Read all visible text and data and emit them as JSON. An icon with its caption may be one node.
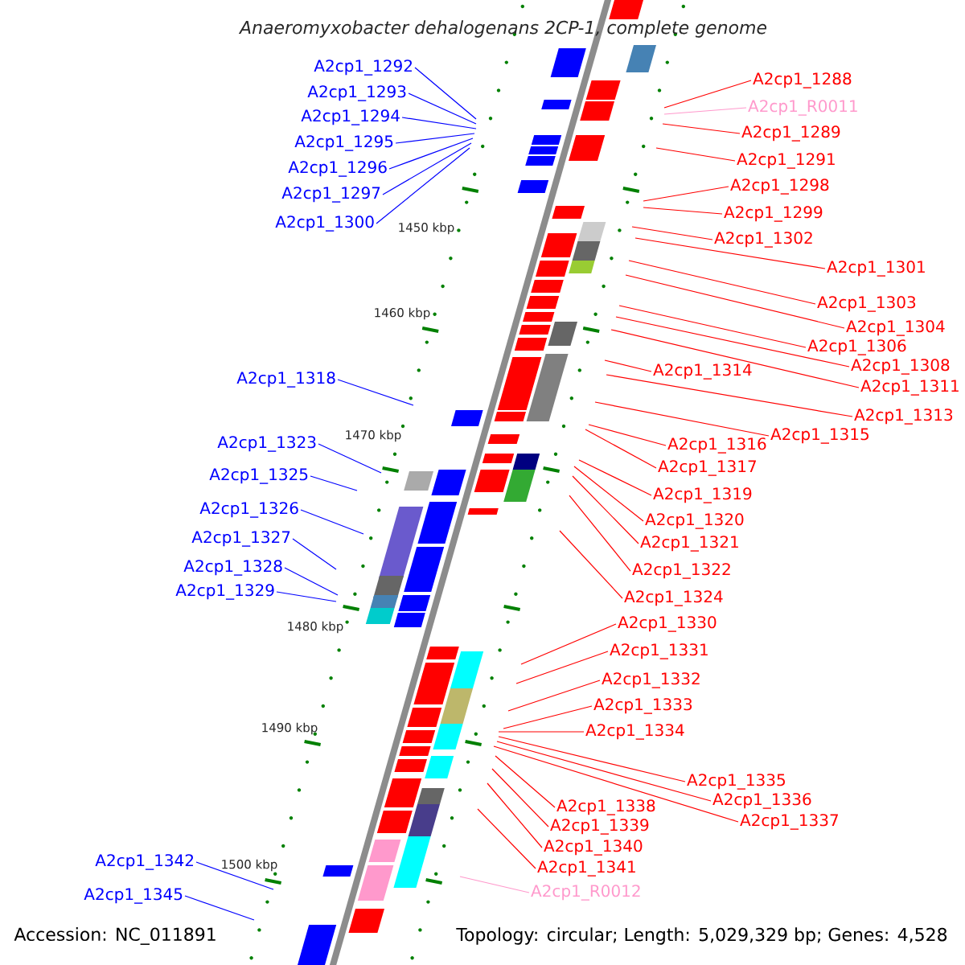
{
  "diagram": {
    "title": "Anaeromyxobacter dehalogenans 2CP-1, complete genome",
    "nodes": [
      {
        "text": [
          "A2cp1_1292"
        ]
      },
      {
        "text": [
          "A2cp1_1293"
        ]
      },
      {
        "text": [
          "A2cp1_1294"
        ]
      },
      {
        "text": [
          "A2cp1_1295"
        ]
      },
      {
        "text": [
          "A2cp1_1296"
        ]
      },
      {
        "text": [
          "A2cp1_1297"
        ]
      },
      {
        "text": [
          "A2cp1_1300"
        ]
      },
      {
        "text": [
          "A2cp1_1318"
        ]
      },
      {
        "text": [
          "A2cp1_1323"
        ]
      },
      {
        "text": [
          "A2cp1_1325"
        ]
      },
      {
        "text": [
          "A2cp1_1326"
        ]
      },
      {
        "text": [
          "A2cp1_1327"
        ]
      },
      {
        "text": [
          "A2cp1_1328"
        ]
      },
      {
        "text": [
          "A2cp1_1329"
        ]
      },
      {
        "text": [
          "A2cp1_1342"
        ]
      },
      {
        "text": [
          "A2cp1_1345"
        ]
      },
      {
        "text": [
          "A2cp1_1288"
        ]
      },
      {
        "text": [
          "A2cp1_R0011"
        ]
      },
      {
        "text": [
          "A2cp1_1289"
        ]
      },
      {
        "text": [
          "A2cp1_1291"
        ]
      },
      {
        "text": [
          "A2cp1_1298"
        ]
      },
      {
        "text": [
          "A2cp1_1299"
        ]
      },
      {
        "text": [
          "A2cp1_1302"
        ]
      },
      {
        "text": [
          "A2cp1_1301"
        ]
      },
      {
        "text": [
          "A2cp1_1303"
        ]
      },
      {
        "text": [
          "A2cp1_1304"
        ]
      },
      {
        "text": [
          "A2cp1_1306"
        ]
      },
      {
        "text": [
          "A2cp1_1308"
        ]
      },
      {
        "text": [
          "A2cp1_1311"
        ]
      },
      {
        "text": [
          "A2cp1_1314"
        ]
      },
      {
        "text": [
          "A2cp1_1313"
        ]
      },
      {
        "text": [
          "A2cp1_1316"
        ]
      },
      {
        "text": [
          "A2cp1_1315"
        ]
      },
      {
        "text": [
          "A2cp1_1317"
        ]
      },
      {
        "text": [
          "A2cp1_1319"
        ]
      },
      {
        "text": [
          "A2cp1_1320"
        ]
      },
      {
        "text": [
          "A2cp1_1321"
        ]
      },
      {
        "text": [
          "A2cp1_1322"
        ]
      },
      {
        "text": [
          "A2cp1_1324"
        ]
      },
      {
        "text": [
          "A2cp1_1330"
        ]
      },
      {
        "text": [
          "A2cp1_1331"
        ]
      },
      {
        "text": [
          "A2cp1_1332"
        ]
      },
      {
        "text": [
          "A2cp1_1333"
        ]
      },
      {
        "text": [
          "A2cp1_1334"
        ]
      },
      {
        "text": [
          "A2cp1_1335"
        ]
      },
      {
        "text": [
          "A2cp1_1338"
        ]
      },
      {
        "text": [
          "A2cp1_1336"
        ]
      },
      {
        "text": [
          "A2cp1_1339"
        ]
      },
      {
        "text": [
          "A2cp1_1337"
        ]
      },
      {
        "text": [
          "A2cp1_1340"
        ]
      },
      {
        "text": [
          "A2cp1_1341"
        ]
      },
      {
        "text": [
          "A2cp1_R0012"
        ]
      }
    ],
    "edges": [
      {
        "from": 0,
        "to": null,
        "arrow": "none",
        "color": "#0000ff"
      },
      {
        "from": 1,
        "to": null,
        "arrow": "none",
        "color": "#0000ff"
      },
      {
        "from": 2,
        "to": null,
        "arrow": "none",
        "color": "#0000ff"
      },
      {
        "from": 3,
        "to": null,
        "arrow": "none",
        "color": "#0000ff"
      },
      {
        "from": 4,
        "to": null,
        "arrow": "none",
        "color": "#0000ff"
      },
      {
        "from": 5,
        "to": null,
        "arrow": "none",
        "color": "#0000ff"
      },
      {
        "from": 6,
        "to": null,
        "arrow": "none",
        "color": "#0000ff"
      },
      {
        "from": 7,
        "to": null,
        "arrow": "none",
        "color": "#0000ff"
      },
      {
        "from": 8,
        "to": null,
        "arrow": "none",
        "color": "#0000ff"
      },
      {
        "from": 9,
        "to": null,
        "arrow": "none",
        "color": "#0000ff"
      },
      {
        "from": 10,
        "to": null,
        "arrow": "none",
        "color": "#0000ff"
      },
      {
        "from": 11,
        "to": null,
        "arrow": "none",
        "color": "#0000ff"
      },
      {
        "from": 12,
        "to": null,
        "arrow": "none",
        "color": "#0000ff"
      },
      {
        "from": 13,
        "to": null,
        "arrow": "none",
        "color": "#0000ff"
      },
      {
        "from": 14,
        "to": null,
        "arrow": "none",
        "color": "#0000ff"
      },
      {
        "from": 15,
        "to": null,
        "arrow": "none",
        "color": "#0000ff"
      },
      {
        "from": 16,
        "to": null,
        "arrow": "none"
      },
      {
        "from": 17,
        "to": null,
        "arrow": "none",
        "color": "#ff99cc"
      },
      {
        "from": 18,
        "to": null,
        "arrow": "none"
      },
      {
        "from": 19,
        "to": null,
        "arrow": "none"
      },
      {
        "from": 20,
        "to": null,
        "arrow": "none"
      },
      {
        "from": 21,
        "to": null,
        "arrow": "none"
      },
      {
        "from": 22,
        "to": null,
        "arrow": "none"
      },
      {
        "from": 23,
        "to": null,
        "arrow": "none"
      },
      {
        "from": 24,
        "to": null,
        "arrow": "none"
      },
      {
        "from": 25,
        "to": null,
        "arrow": "none"
      },
      {
        "from": 26,
        "to": null,
        "arrow": "none"
      },
      {
        "from": 27,
        "to": null,
        "arrow": "none"
      },
      {
        "from": 28,
        "to": null,
        "arrow": "none"
      },
      {
        "from": 29,
        "to": null,
        "arrow": "none"
      },
      {
        "from": 30,
        "to": null,
        "arrow": "none"
      },
      {
        "from": 31,
        "to": null,
        "arrow": "none"
      },
      {
        "from": 32,
        "to": null,
        "arrow": "none"
      },
      {
        "from": 33,
        "to": null,
        "arrow": "none"
      },
      {
        "from": 34,
        "to": null,
        "arrow": "none"
      },
      {
        "from": 35,
        "to": null,
        "arrow": "none"
      },
      {
        "from": 36,
        "to": null,
        "arrow": "none"
      },
      {
        "from": 37,
        "to": null,
        "arrow": "none"
      },
      {
        "from": 38,
        "to": null,
        "arrow": "none"
      },
      {
        "from": 39,
        "to": null,
        "arrow": "none"
      },
      {
        "from": 40,
        "to": null,
        "arrow": "none"
      },
      {
        "from": 41,
        "to": null,
        "arrow": "none"
      },
      {
        "from": 42,
        "to": null,
        "arrow": "none"
      },
      {
        "from": 43,
        "to": null,
        "arrow": "none"
      },
      {
        "from": 44,
        "to": null,
        "arrow": "none"
      },
      {
        "from": 45,
        "to": null,
        "arrow": "none"
      },
      {
        "from": 46,
        "to": null,
        "arrow": "none"
      },
      {
        "from": 47,
        "to": null,
        "arrow": "none"
      },
      {
        "from": 48,
        "to": null,
        "arrow": "none"
      },
      {
        "from": 49,
        "to": null,
        "arrow": "none"
      },
      {
        "from": 50,
        "to": null,
        "arrow": "none"
      },
      {
        "from": 51,
        "to": null,
        "arrow": "none",
        "color": "#ff99cc"
      }
    ],
    "labels": [
      "1450 kbp",
      "1460 kbp",
      "1470 kbp",
      "1480 kbp",
      "1490 kbp",
      "1500 kbp",
      "Accession: NC_011891",
      "Topology: circular; Length: 5,029,329 bp; Genes: 4,528"
    ]
  }
}
